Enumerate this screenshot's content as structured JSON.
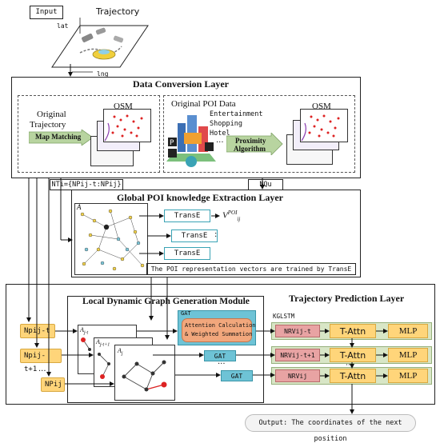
{
  "input_label": "Input",
  "trajectory_label": "Trajectory",
  "lat_label": "lat",
  "lng_label": "lng",
  "dcl": {
    "title": "Data Conversion Layer",
    "original_trajectory": [
      "Original",
      "Trajectory"
    ],
    "osm_label": "OSM",
    "map_matching": "Map Matching",
    "original_poi": "Original POI Data",
    "poi_types": [
      "Entertainment",
      "Shopping",
      "Hotel"
    ],
    "ellipsis": "...",
    "proximity": [
      "Proximity",
      "Algorithm"
    ],
    "osm_label2": "OSM"
  },
  "nti_label": "NTi={NPij-t:NPij}",
  "nqu_label": "NQu",
  "gpoi": {
    "title": "Global POI knowledge Extraction Layer",
    "panel_letter": "A",
    "transe": [
      "TransE",
      "TransE",
      "TransE"
    ],
    "vector_main": "V",
    "vector_sup": "POI",
    "vector_sub": "ij",
    "dots": ":",
    "note": "The POI representation vectors are trained by TransE"
  },
  "ldg": {
    "title": "Local Dynamic Graph Generation Module",
    "gat_box_label": "GAT",
    "attention": [
      "Attention Calculation",
      "& Weighted Summation"
    ],
    "gat": [
      "GAT",
      "GAT"
    ],
    "graphs": [
      "A",
      "A",
      "A"
    ],
    "graph_subs": [
      "j-t",
      "j-t+1",
      "j"
    ],
    "ellipsis": "..."
  },
  "inputs": [
    "Npij-t",
    "Npij-t+1",
    "...",
    "NPij"
  ],
  "tpl": {
    "title": "Trajectory Prediction Layer",
    "kglstm": "KGLSTM",
    "nrv": [
      "NRVij-t",
      "NRVij-t+1",
      "NRVij"
    ],
    "tattn": [
      "T-Attn",
      "T-Attn",
      "T-Attn"
    ],
    "mlp": [
      "MLP",
      "MLP",
      "MLP"
    ],
    "dots": "···"
  },
  "output": "Output: The coordinates of the next position"
}
